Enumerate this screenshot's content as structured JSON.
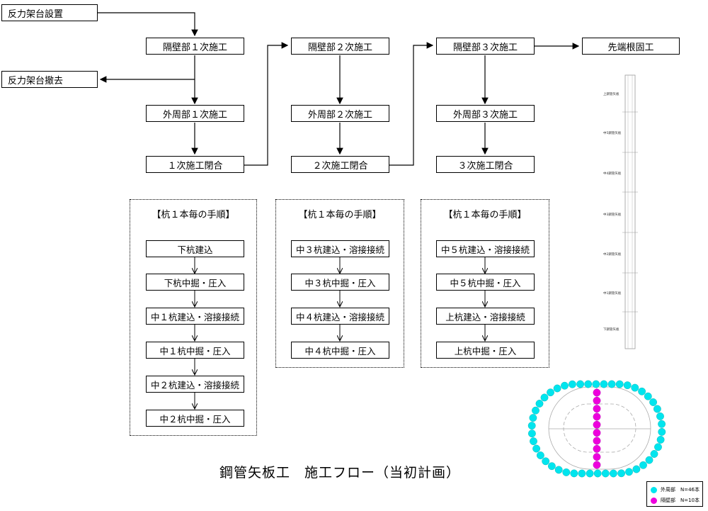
{
  "flow": {
    "reaction_setup": "反力架台設置",
    "reaction_remove": "反力架台撤去",
    "bulkhead_1": "隔壁部１次施工",
    "outer_1": "外周部１次施工",
    "close_1": "１次施工閉合",
    "bulkhead_2": "隔壁部２次施工",
    "outer_2": "外周部２次施工",
    "close_2": "２次施工閉合",
    "bulkhead_3": "隔壁部３次施工",
    "outer_3": "外周部３次施工",
    "close_3": "３次施工閉合",
    "tip_root": "先端根固工"
  },
  "group1": {
    "heading": "【杭１本毎の手順】",
    "steps": [
      "下杭建込",
      "下杭中掘・圧入",
      "中１杭建込・溶接接続",
      "中１杭中掘・圧入",
      "中２杭建込・溶接接続",
      "中２杭中掘・圧入"
    ]
  },
  "group2": {
    "heading": "【杭１本毎の手順】",
    "steps": [
      "中３杭建込・溶接接続",
      "中３杭中掘・圧入",
      "中４杭建込・溶接接続",
      "中４杭中掘・圧入"
    ]
  },
  "group3": {
    "heading": "【杭１本毎の手順】",
    "steps": [
      "中５杭建込・溶接接続",
      "中５杭中掘・圧入",
      "上杭建込・溶接接続",
      "上杭中掘・圧入"
    ]
  },
  "pile_labels": [
    "上鋼管矢板",
    "中5鋼管矢板",
    "中4鋼管矢板",
    "中3鋼管矢板",
    "中2鋼管矢板",
    "中1鋼管矢板",
    "下鋼管矢板"
  ],
  "legend": {
    "outer": "外周部　N=46本",
    "bulkhead": "隔壁部　N=10本"
  },
  "colors": {
    "outer": "#00e5ee",
    "bulkhead": "#ee00dd"
  },
  "title": "鋼管矢板工　施工フロー（当初計画）"
}
